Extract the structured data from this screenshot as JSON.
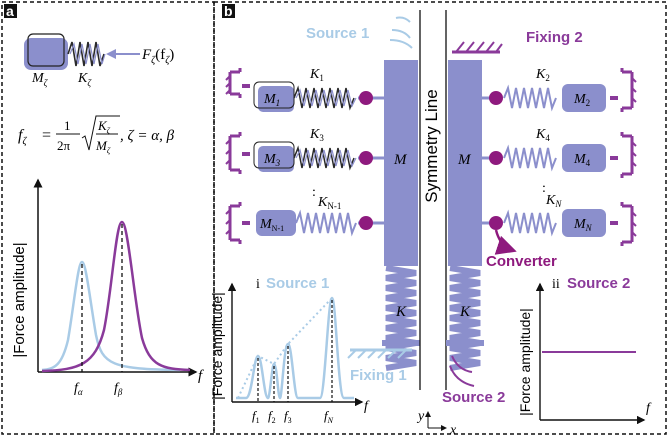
{
  "colors": {
    "mass": "#8b8fcc",
    "spring_dark": "#2a2a2a",
    "spring_light": "#8b8fcc",
    "fixing": "#8a3a9a",
    "converter": "#8e1a7e",
    "source1": "#a9cbe6",
    "source2": "#8a3a9a",
    "curve_alpha": "#a9cbe6",
    "curve_beta": "#8a3a9a"
  },
  "panel_a": {
    "label": "a",
    "force_label": "F",
    "force_sub": "ζ",
    "force_arg": "(f",
    "force_arg_sub": "ζ",
    "force_arg_close": ")",
    "mass_label": "M",
    "mass_sub": "ζ",
    "spring_label": "K",
    "spring_sub": "ζ",
    "formula_lhs": "f",
    "formula_lhs_sub": "ζ",
    "formula_eq": "=",
    "formula_num": "1",
    "formula_den": "2π",
    "formula_k": "K",
    "formula_k_sub": "ζ",
    "formula_m": "M",
    "formula_m_sub": "ζ",
    "formula_tail": ", ζ = α, β",
    "ylabel": "|Force amplitude|",
    "xlabel": "f",
    "tick_alpha": "f",
    "tick_alpha_sub": "α",
    "tick_beta": "f",
    "tick_beta_sub": "β"
  },
  "panel_b": {
    "label": "b",
    "source1": "Source 1",
    "source2": "Source 2",
    "fixing1": "Fixing 1",
    "fixing2": "Fixing 2",
    "symmetry": "Symmetry Line",
    "converter": "Converter",
    "M": "M",
    "K": "K",
    "left_masses": [
      {
        "m": "M",
        "sub": "1",
        "k": "K",
        "ksub": "1"
      },
      {
        "m": "M",
        "sub": "3",
        "k": "K",
        "ksub": "3"
      },
      {
        "m": "M",
        "sub": "N-1",
        "k": "K",
        "ksub": "N-1"
      }
    ],
    "right_masses": [
      {
        "m": "M",
        "sub": "2",
        "k": "K",
        "ksub": "2"
      },
      {
        "m": "M",
        "sub": "4",
        "k": "K",
        "ksub": "4"
      },
      {
        "m": "M",
        "sub": "N",
        "k": "K",
        "ksub": "N"
      }
    ],
    "dots": ":",
    "axes_y": "y",
    "axes_x": "x",
    "inset_i": {
      "roman": "i",
      "title": "Source 1",
      "ylabel": "|Force amplitude|",
      "xlabel": "f",
      "ticks": [
        {
          "t": "f",
          "s": "1"
        },
        {
          "t": "f",
          "s": "2"
        },
        {
          "t": "f",
          "s": "3"
        },
        {
          "t": "f",
          "s": "N"
        }
      ]
    },
    "inset_ii": {
      "roman": "ii",
      "title": "Source 2",
      "ylabel": "|Force amplitude|",
      "xlabel": "f"
    }
  }
}
